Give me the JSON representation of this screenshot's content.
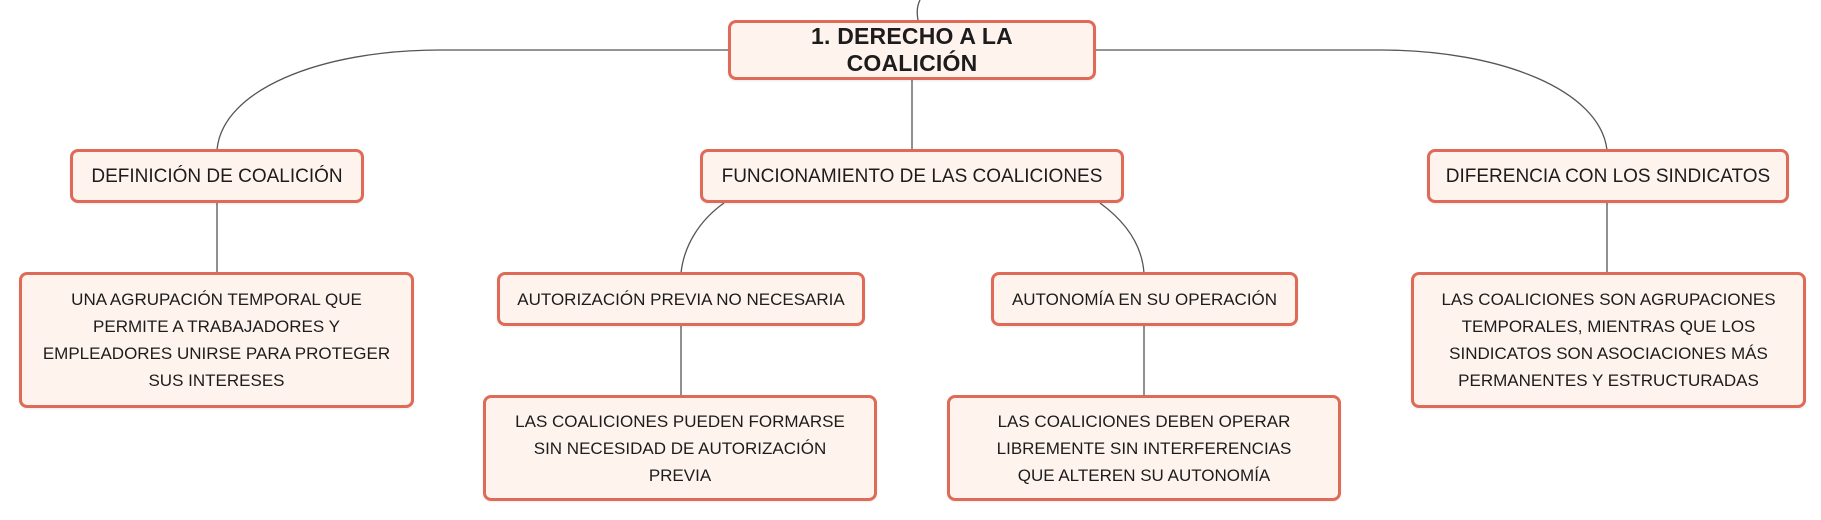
{
  "root": {
    "label": "1. DERECHO A LA COALICIÓN"
  },
  "branches": [
    {
      "label": "DEFINICIÓN DE COALICIÓN",
      "detail": "UNA AGRUPACIÓN TEMPORAL QUE PERMITE A TRABAJADORES Y EMPLEADORES UNIRSE PARA PROTEGER SUS INTERESES"
    },
    {
      "label": "FUNCIONAMIENTO DE LAS COALICIONES",
      "children": [
        {
          "label": "AUTORIZACIÓN PREVIA NO NECESARIA",
          "detail": "LAS COALICIONES PUEDEN FORMARSE SIN NECESIDAD DE AUTORIZACIÓN PREVIA"
        },
        {
          "label": "AUTONOMÍA EN SU OPERACIÓN",
          "detail": "LAS COALICIONES DEBEN OPERAR LIBREMENTE SIN INTERFERENCIAS QUE ALTEREN SU AUTONOMÍA"
        }
      ]
    },
    {
      "label": "DIFERENCIA CON LOS SINDICATOS",
      "detail": "LAS COALICIONES SON AGRUPACIONES TEMPORALES, MIENTRAS QUE LOS SINDICATOS SON ASOCIACIONES MÁS PERMANENTES Y ESTRUCTURADAS"
    }
  ],
  "colors": {
    "node_border": "#e06a58",
    "node_fill": "#fff3ee",
    "connector": "#555555"
  }
}
